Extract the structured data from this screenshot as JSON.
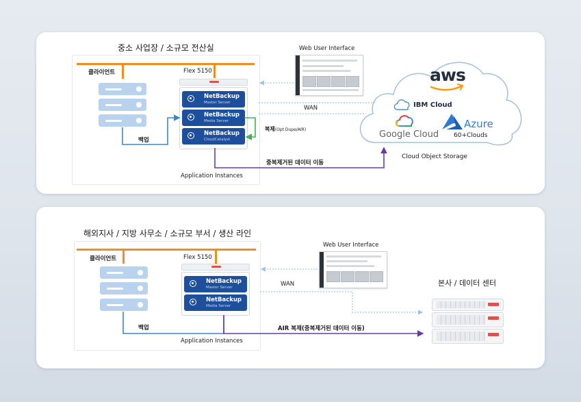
{
  "panel1": {
    "title": "중소 사업장 / 소규모 전산실",
    "client_label": "클라이언트",
    "appliance_label": "Flex 5150",
    "backup_label": "백업",
    "instances_label": "Application Instances",
    "netbackup": [
      {
        "name": "NetBackup",
        "sub": "Master Server"
      },
      {
        "name": "NetBackup",
        "sub": "Media Server"
      },
      {
        "name": "NetBackup",
        "sub": "CloudCatalyst"
      }
    ],
    "replication_label": "복제",
    "replication_sub": "(Opt Dupe/AIR)",
    "web_ui_label": "Web User Interface",
    "wan_label": "WAN",
    "dedup_label": "중복제거된 데이터 이동",
    "cloud": {
      "aws": "aws",
      "ibm": "IBM",
      "ibm_cloud": "Cloud",
      "google": "Google Cloud",
      "azure": "Azure",
      "more": "60+Clouds",
      "storage_label": "Cloud Object Storage"
    }
  },
  "panel2": {
    "title": "해외지사 / 지방 사무소 / 소규모 부서 / 생산 라인",
    "client_label": "클라이언트",
    "appliance_label": "Flex 5150",
    "backup_label": "백업",
    "instances_label": "Application Instances",
    "netbackup": [
      {
        "name": "NetBackup",
        "sub": "Master Server"
      },
      {
        "name": "NetBackup",
        "sub": "Media Server"
      }
    ],
    "web_ui_label": "Web User Interface",
    "wan_label": "WAN",
    "air_label": "AIR 복제(중복제거된 데이터 이동)",
    "hq_label": "본사 / 데이터 센터"
  },
  "colors": {
    "orange": "#f28c1a",
    "netbackup_blue": "#1d4f9c",
    "backup_line": "#3a87c9",
    "replication_green": "#3bb54a",
    "purple": "#6a3aa0",
    "aws_orange": "#ff9900",
    "azure_blue": "#2c7bd1"
  }
}
